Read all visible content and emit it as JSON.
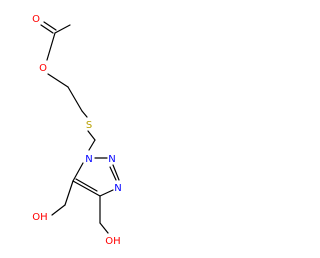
{
  "colors": {
    "background": "#ffffff",
    "bond": "#000000",
    "oxygen": "#ff0000",
    "nitrogen": "#0000ff",
    "sulfur": "#b8a000"
  },
  "molecule": {
    "atoms": [
      {
        "id": "O_carbonyl",
        "label": "O",
        "element": "O"
      },
      {
        "id": "O_ester",
        "label": "O",
        "element": "O"
      },
      {
        "id": "S",
        "label": "S",
        "element": "S"
      },
      {
        "id": "N1",
        "label": "N",
        "element": "N"
      },
      {
        "id": "N2",
        "label": "N",
        "element": "N"
      },
      {
        "id": "N3",
        "label": "N",
        "element": "N"
      },
      {
        "id": "OH_left",
        "label": "OH",
        "element": "O"
      },
      {
        "id": "OH_right",
        "label": "OH",
        "element": "O"
      }
    ]
  }
}
